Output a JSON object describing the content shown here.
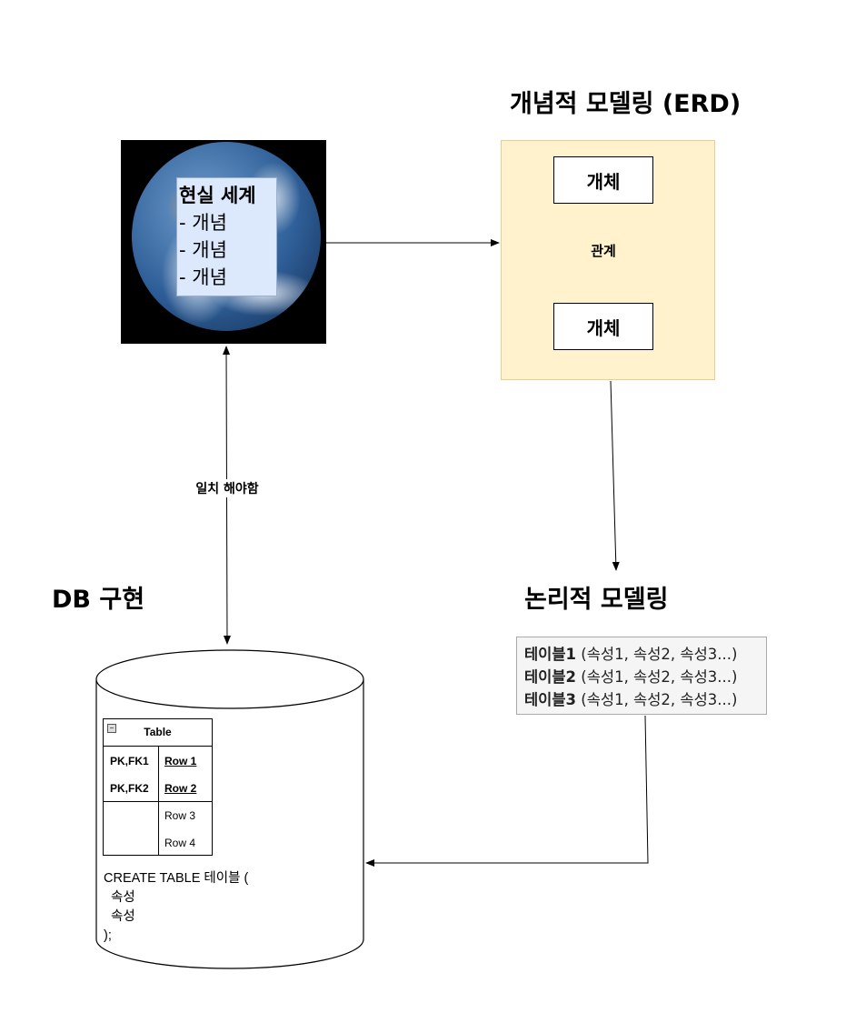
{
  "conceptual": {
    "title": "개념적 모델링 (ERD)",
    "entity_top": "개체",
    "relation": "관계",
    "entity_bottom": "개체"
  },
  "real_world": {
    "title": "현실 세계",
    "items": [
      "- 개념",
      "- 개념",
      "- 개념"
    ]
  },
  "edge_label": "일치 해야함",
  "logical": {
    "title": "논리적 모델링",
    "rows": [
      {
        "name": "테이블1",
        "attrs": " (속성1, 속성2, 속성3...)"
      },
      {
        "name": "테이블2",
        "attrs": " (속성1, 속성2, 속성3...)"
      },
      {
        "name": "테이블3",
        "attrs": " (속성1, 속성2, 속성3...)"
      }
    ]
  },
  "db": {
    "title": "DB 구현",
    "table": {
      "name": "Table",
      "rows": [
        {
          "key": "PK,FK1",
          "value": "Row 1"
        },
        {
          "key": "PK,FK2",
          "value": "Row 2"
        },
        {
          "key": "",
          "value": "Row 3"
        },
        {
          "key": "",
          "value": "Row 4"
        }
      ]
    },
    "sql": "CREATE TABLE 테이블 (\n  속성\n  속성\n);"
  },
  "colors": {
    "erd_fill": "#fff2cc",
    "erd_border": "#e6d08e",
    "label_fill": "#dce8fc",
    "logical_fill": "#f5f5f5"
  }
}
